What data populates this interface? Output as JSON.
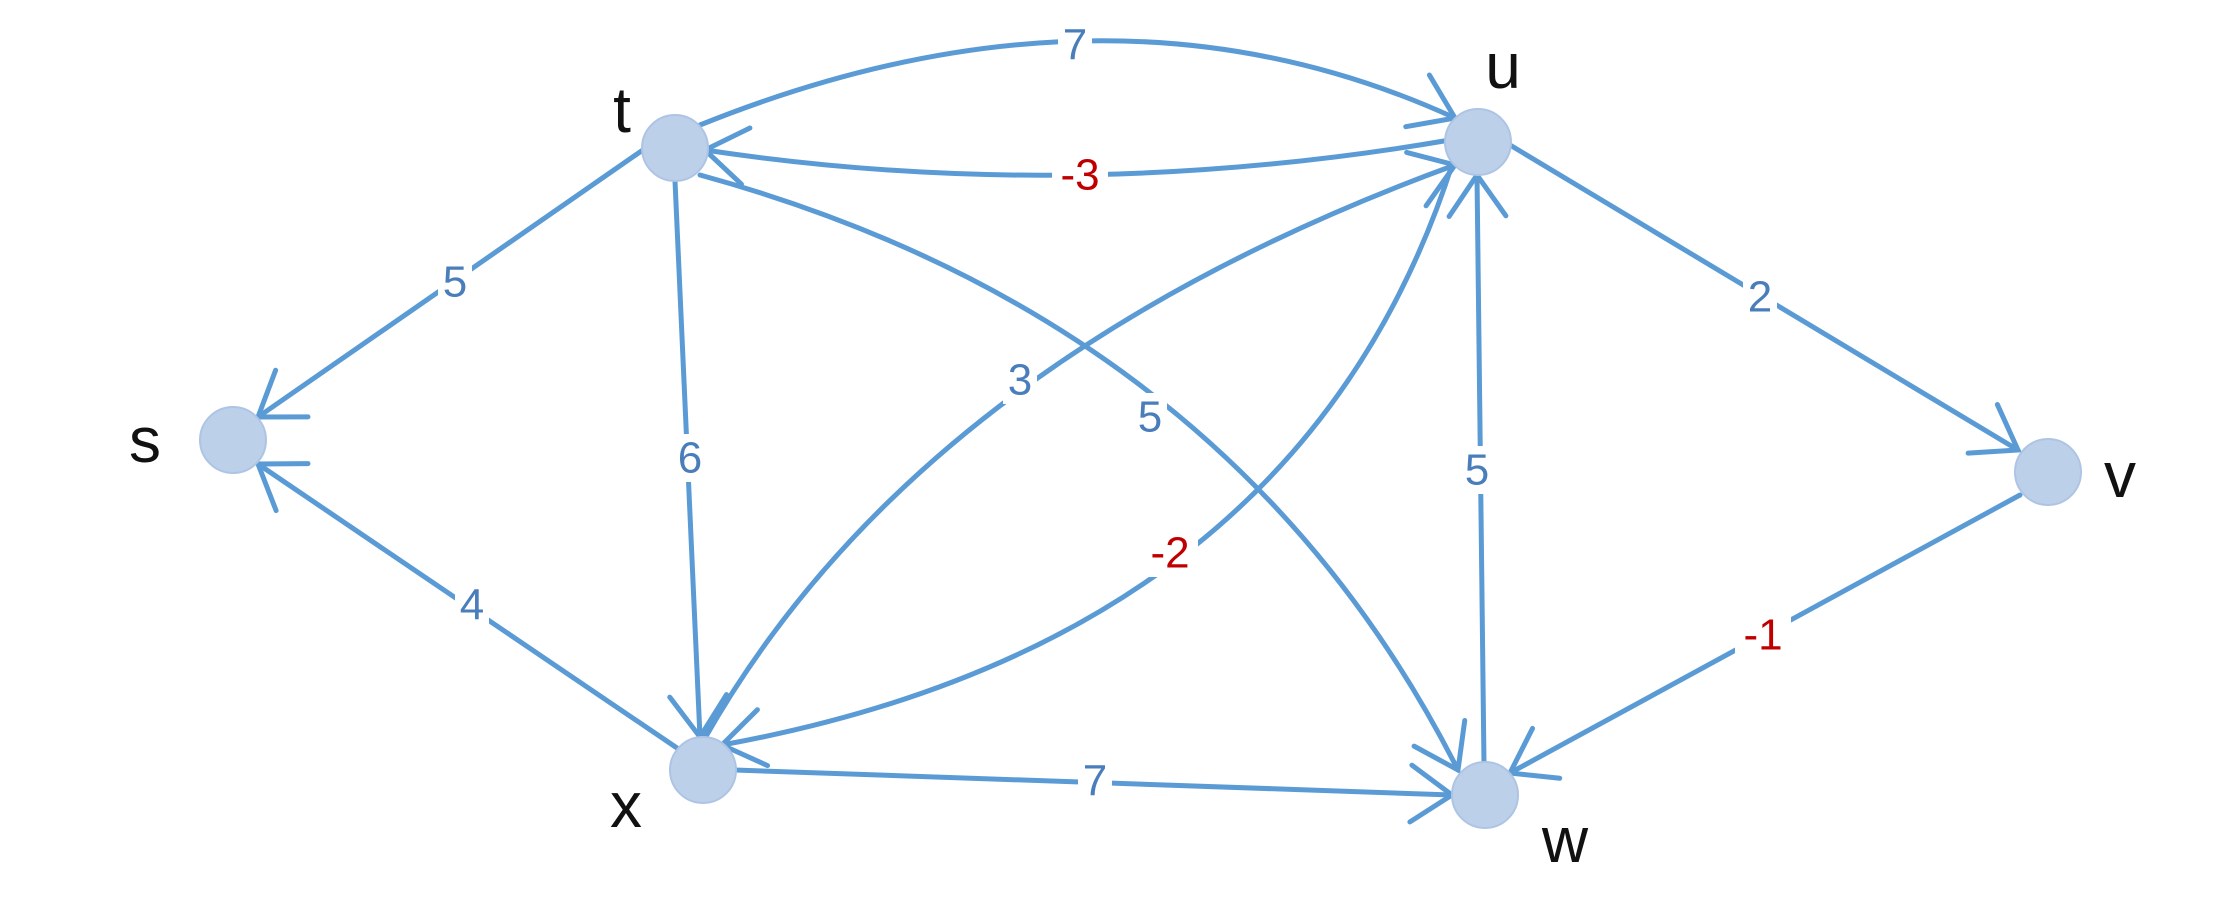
{
  "colors": {
    "edge": "#5b9bd5",
    "node_fill": "#bdd0ea",
    "positive_label": "#4a7ebb",
    "negative_label": "#c00000",
    "node_label": "#111111"
  },
  "nodes": [
    {
      "id": "s",
      "label": "s"
    },
    {
      "id": "t",
      "label": "t"
    },
    {
      "id": "u",
      "label": "u"
    },
    {
      "id": "v",
      "label": "v"
    },
    {
      "id": "w",
      "label": "w"
    },
    {
      "id": "x",
      "label": "x"
    }
  ],
  "edges": [
    {
      "from": "t",
      "to": "u",
      "weight": "7"
    },
    {
      "from": "u",
      "to": "t",
      "weight": "-3"
    },
    {
      "from": "t",
      "to": "s",
      "weight": "5"
    },
    {
      "from": "t",
      "to": "x",
      "weight": "6"
    },
    {
      "from": "t",
      "to": "w",
      "weight": "5"
    },
    {
      "from": "x",
      "to": "u",
      "weight": "3"
    },
    {
      "from": "u",
      "to": "x",
      "weight": "-2"
    },
    {
      "from": "w",
      "to": "u",
      "weight": "5"
    },
    {
      "from": "u",
      "to": "v",
      "weight": "2"
    },
    {
      "from": "v",
      "to": "w",
      "weight": "-1"
    },
    {
      "from": "x",
      "to": "s",
      "weight": "4"
    },
    {
      "from": "x",
      "to": "w",
      "weight": "7"
    }
  ]
}
